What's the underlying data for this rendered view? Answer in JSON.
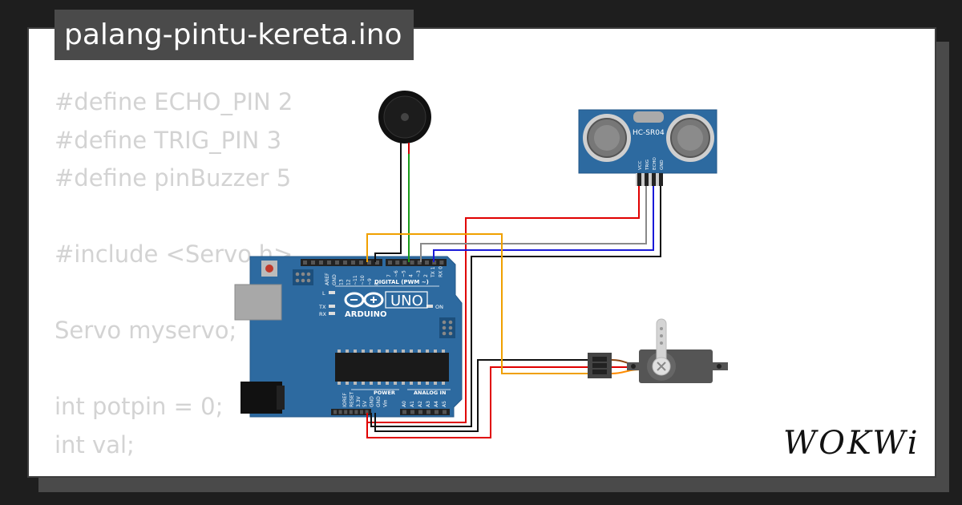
{
  "project": {
    "filename": "palang-pintu-kereta.ino"
  },
  "code_lines": [
    "#define ECHO_PIN 2",
    "#define TRIG_PIN 3",
    "#define pinBuzzer 5",
    "",
    "#include <Servo.h>",
    "",
    "Servo myservo;",
    "",
    "int potpin = 0;",
    "int val;"
  ],
  "board": {
    "brand": "ARDUINO",
    "model": "UNO",
    "digital_header_label": "DIGITAL (PWM ~)",
    "power_label": "POWER",
    "analog_label": "ANALOG IN",
    "led_l": "L",
    "led_tx": "TX",
    "led_rx": "RX",
    "led_on": "ON",
    "digital_pins_left": [
      "AREF",
      "GND",
      "13",
      "12",
      "~11",
      "~10",
      "~9",
      "8"
    ],
    "digital_pins_right": [
      "7",
      "~6",
      "~5",
      "4",
      "~3",
      "2",
      "TX 1",
      "RX 0"
    ],
    "power_pins": [
      "IOREF",
      "RESET",
      "3.3V",
      "5V",
      "GND",
      "GND",
      "Vin"
    ],
    "analog_pins": [
      "A0",
      "A1",
      "A2",
      "A3",
      "A4",
      "A5"
    ]
  },
  "sensor": {
    "model": "HC-SR04",
    "pins": [
      "VCC",
      "TRIG",
      "ECHO",
      "GND"
    ]
  },
  "brand": {
    "logo_text": "WOKWi"
  },
  "colors": {
    "board": "#2d6aa0",
    "wire_red": "#e00000",
    "wire_black": "#111111",
    "wire_green": "#1a9a1a",
    "wire_orange": "#f0a000",
    "wire_gray": "#8a8a8a",
    "wire_blue": "#1a1ad8",
    "logo_color": "#111111"
  },
  "icons": [
    "buzzer-icon",
    "servo-icon",
    "ultrasonic-sensor-icon",
    "arduino-infinity-logo-icon"
  ]
}
